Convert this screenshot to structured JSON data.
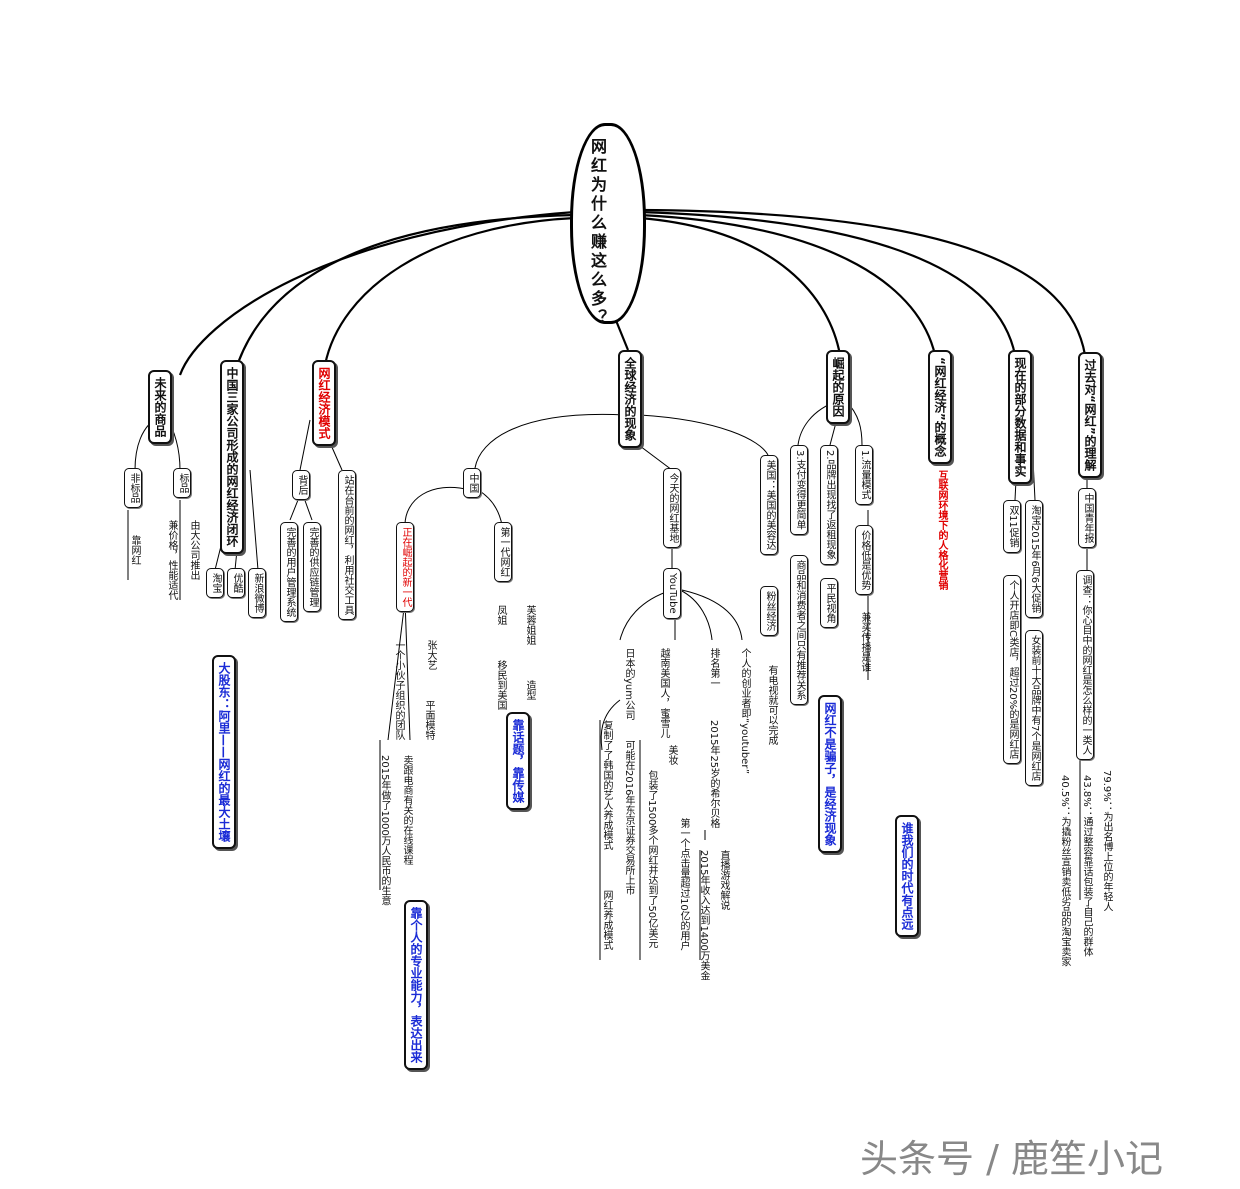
{
  "root": "网红为什么赚这么多？",
  "branches": {
    "future": "未来的商品",
    "future_sub": [
      "标品",
      "非标品"
    ],
    "future_notes": [
      "由大公司推出",
      "兼价格，性能适代",
      "靠网红"
    ],
    "china3": "中国三家公司形成的网红经济闭环",
    "china3_sub": [
      "新浪微博",
      "优酷",
      "淘宝"
    ],
    "model": "网红经济模式",
    "model_sub": [
      "背后",
      "站在台前的网红，利用社交工具"
    ],
    "model_sub2": [
      "完善的供应链管理",
      "完善的用户管理系统"
    ],
    "global": "全球经济的现象",
    "global_sub": [
      "中国",
      "今天的网红基地",
      "美国：美国的美容达"
    ],
    "china_sub": [
      "正在崛起的新一代",
      "第一代网红"
    ],
    "china_notes": [
      "张大艺",
      "一个小伙子组织的团队",
      "平面模特",
      "2015年做了1000万人民币的生意",
      "卖跟电商有关的在线课程"
    ],
    "gen1_notes": [
      "芙蓉姐姐",
      "凤姐",
      "造型",
      "移民到美国"
    ],
    "youtube": "YouTube",
    "youtube_notes": [
      "日本的yum公司",
      "越南美国人，蜜雪儿",
      "排名第一",
      "个人的创业者即“youtuber”",
      "复制了了韩国的艺人养成模式",
      "可能在2016年东京证券交易所上市",
      "包装了1500多个网红并达到了50亿美元",
      "美妆",
      "2015年25岁的希尔贝格",
      "第一个点击量超过10亿的用户",
      "2015年收入达到1400万美金",
      "直播游戏解说",
      "网红养成模式"
    ],
    "fans": "粉丝经济",
    "fans_note": "有电视就可以完成",
    "rise": "崛起的原因",
    "rise_sub": [
      "1.流量模式",
      "2.品牌出现找了返租现象",
      "3.支付变得更简单"
    ],
    "rise_notes": [
      "价格低是优势",
      "平民视角",
      "商品和消费者之间只有推荐关系",
      "兼买传播是谁"
    ],
    "concept": "“网红经济”的概念",
    "concept_sub": "互联网环境下的人格化营销",
    "now": "现在的部分数据和事实",
    "now_sub": [
      "淘宝2015年6月6大促销",
      "双11促销"
    ],
    "now_notes": [
      "女装前十大品牌中有7个是网红店",
      "个人开店即C类店，超过20%的是网红店"
    ],
    "past": "过去对“网红”的理解",
    "past_sub": "中国青年报",
    "past_notes": [
      "调查：你心目中的网红是怎么样的一类人",
      "79.9%：为出名博上位的年轻人",
      "43.8%：通过整容靠话包装了自己的群体",
      "40.5%：为撬粉丝宣销卖低劣品的淘宝卖家"
    ]
  },
  "callouts": [
    "大股东：阿里——网红的最大土壤",
    "靠话题，靠传媒",
    "网红不是骗子，是经济现象",
    "靠个人的专业能力，表达出来",
    "谁我们的时代有点远"
  ],
  "watermark": "头条号 / 鹿笙小记",
  "colors": {
    "emphasis": "#e00000",
    "callout": "#1a2bd6",
    "line": "#000000"
  }
}
